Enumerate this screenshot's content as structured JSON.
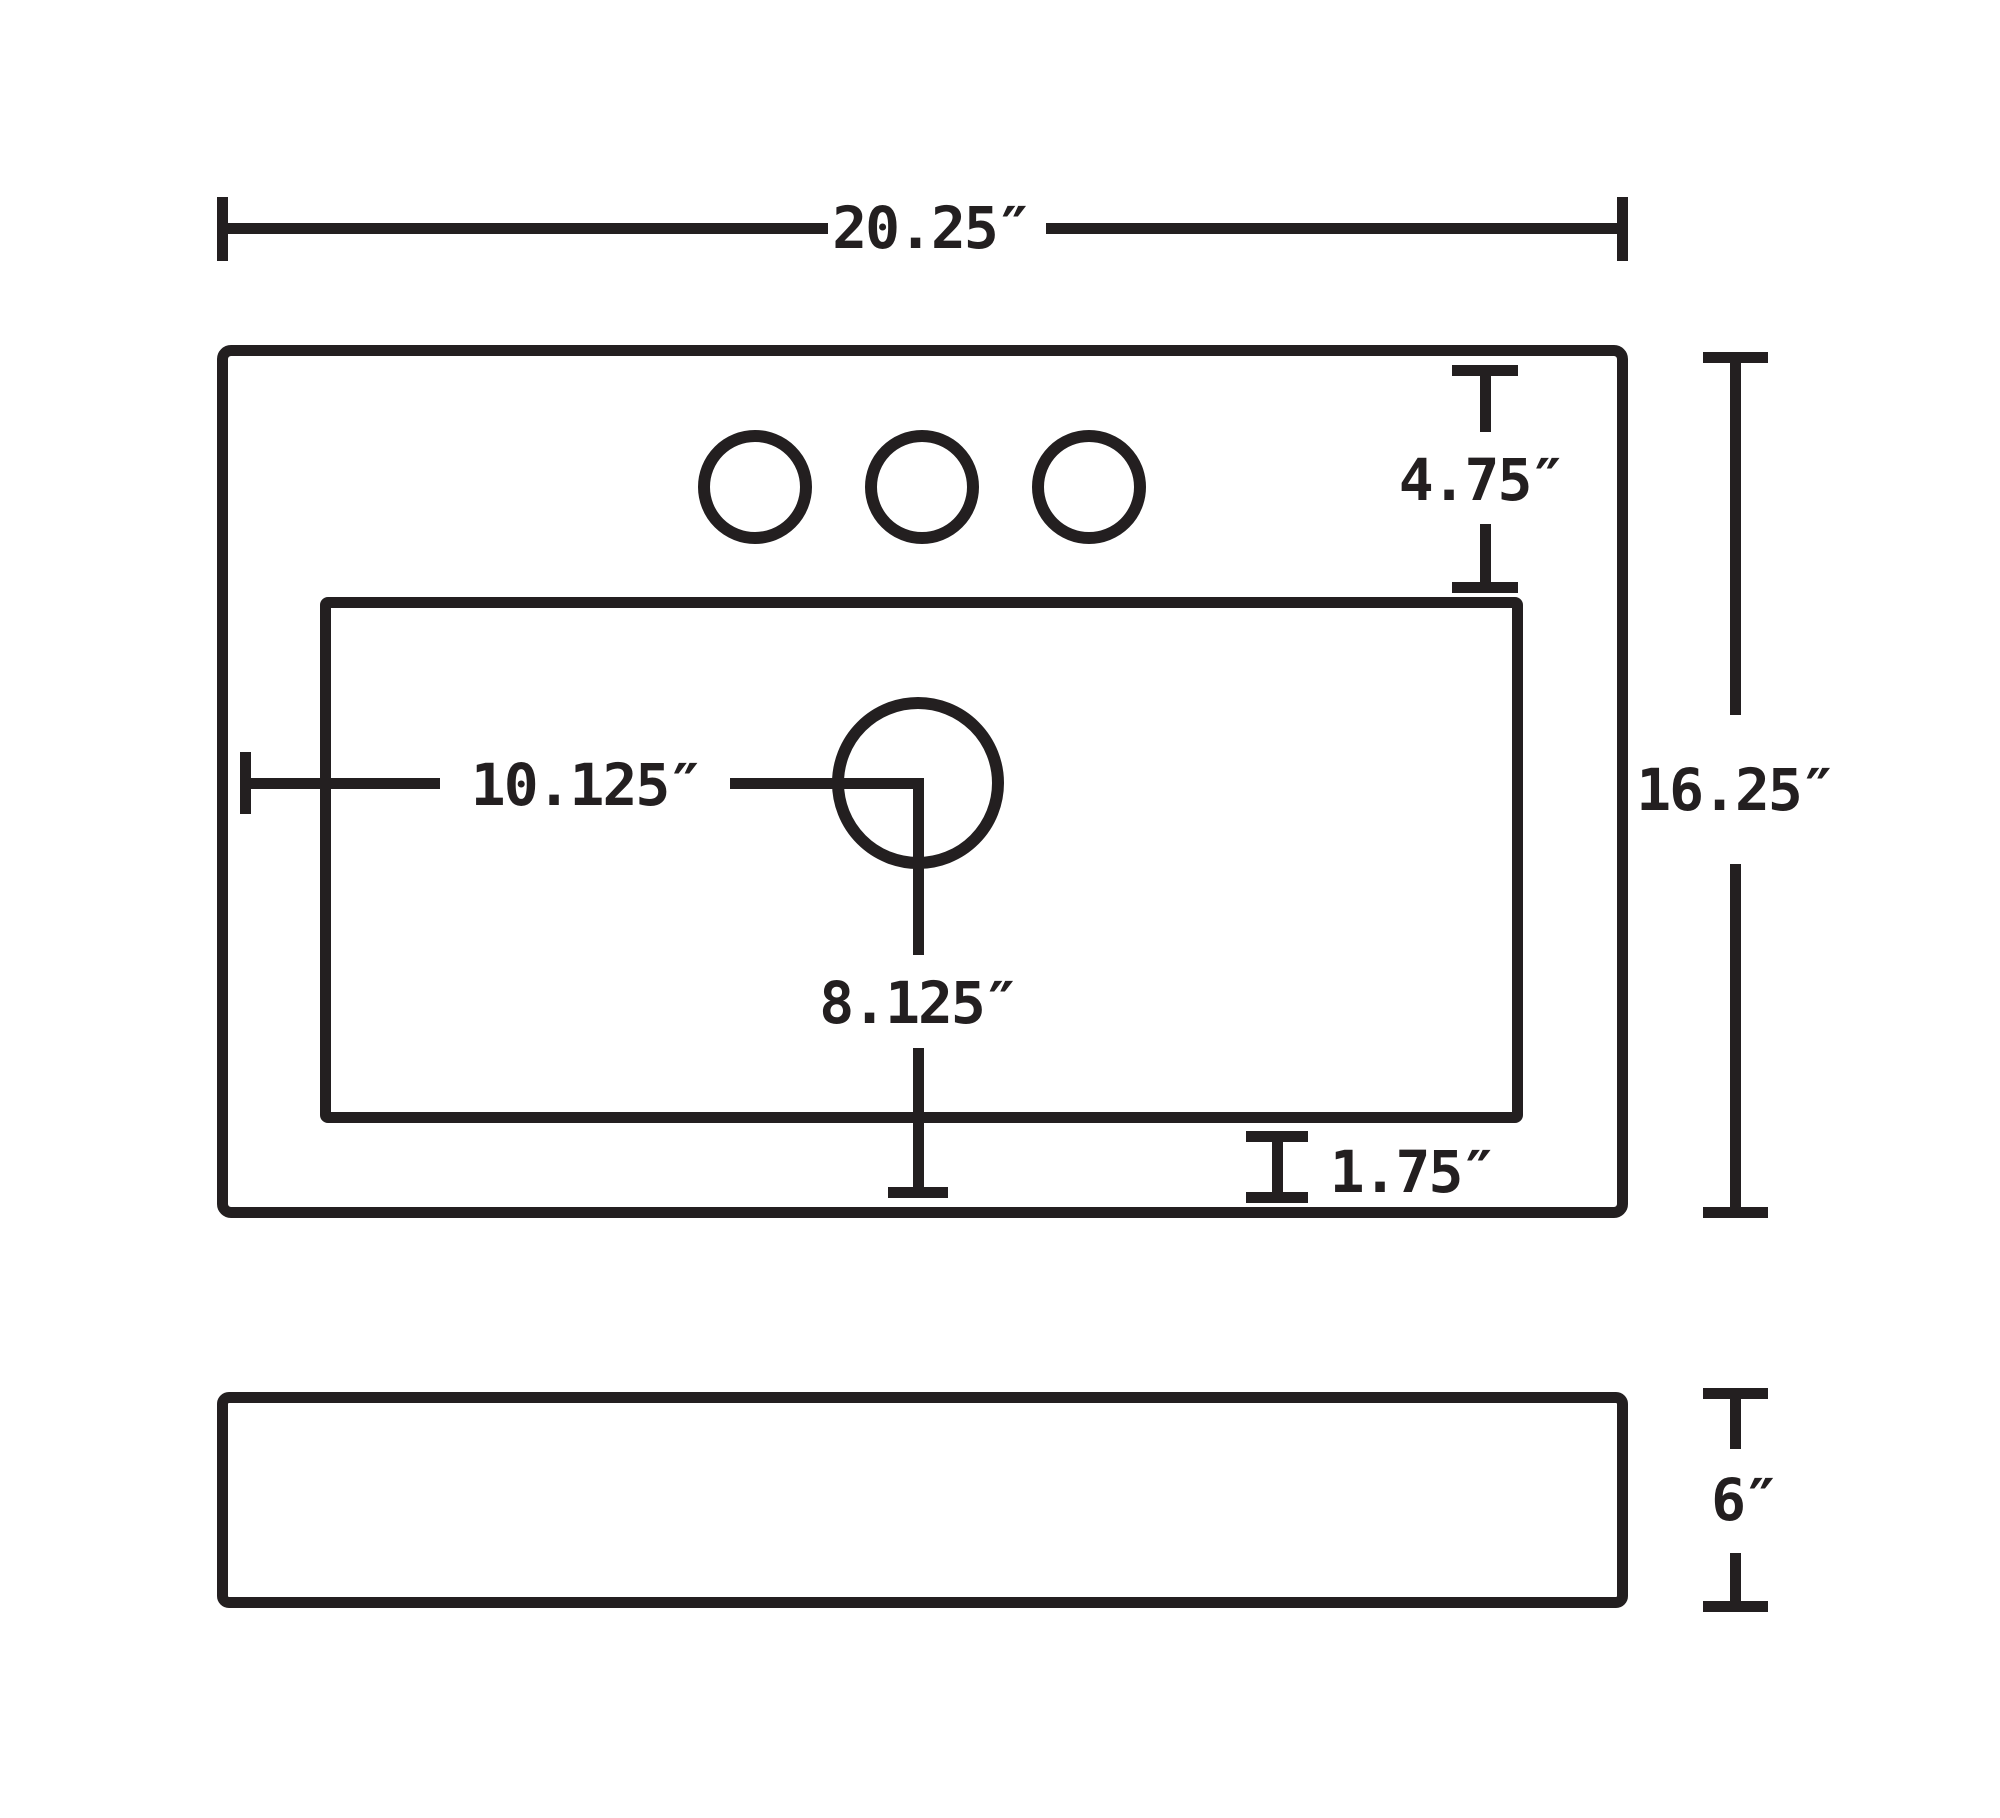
{
  "diagram": {
    "type": "technical-dimension-drawing",
    "subject": "rectangular vessel sink spec drawing, top (plan) view and side profile view",
    "line_color": "#231f20",
    "background_color": "#ffffff",
    "views": {
      "top_view": {
        "features": {
          "faucet_holes_count": 3,
          "drain_holes_count": 1,
          "outer_rim": "rounded rectangle outline",
          "inner_bowl": "rounded rectangle outline"
        }
      },
      "side_view": {
        "features": {
          "profile": "long flat rounded rectangle outline"
        }
      }
    },
    "labels": {
      "overall_width": "20.25″",
      "overall_depth": "16.25″",
      "rim_to_bowl_top": "4.75″",
      "drain_center_from_left": "10.125″",
      "drain_center_to_front": "8.125″",
      "bowl_to_front_edge": "1.75″",
      "side_height": "6″"
    }
  }
}
